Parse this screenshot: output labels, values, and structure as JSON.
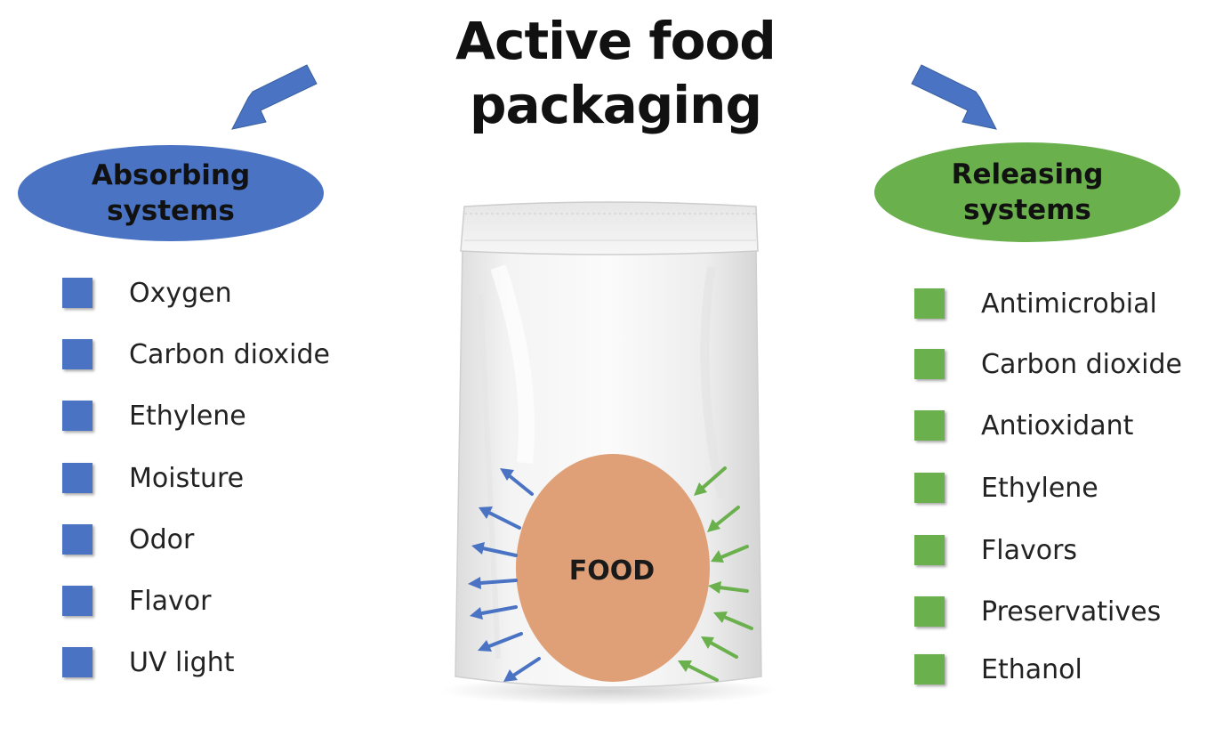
{
  "title": "Active food packaging",
  "absorbing": {
    "heading_line1": "Absorbing",
    "heading_line2": "systems",
    "color": "#4a73c3",
    "items": [
      "Oxygen",
      "Carbon dioxide",
      "Ethylene",
      "Moisture",
      "Odor",
      "Flavor",
      "UV light"
    ]
  },
  "releasing": {
    "heading_line1": "Releasing",
    "heading_line2": "systems",
    "color": "#6ab04c",
    "items": [
      "Antimicrobial",
      "Carbon dioxide",
      "Antioxidant",
      "Ethylene",
      "Flavors",
      "Preservatives",
      "Ethanol"
    ]
  },
  "food_label": "FOOD",
  "food_color": "#dfa078"
}
